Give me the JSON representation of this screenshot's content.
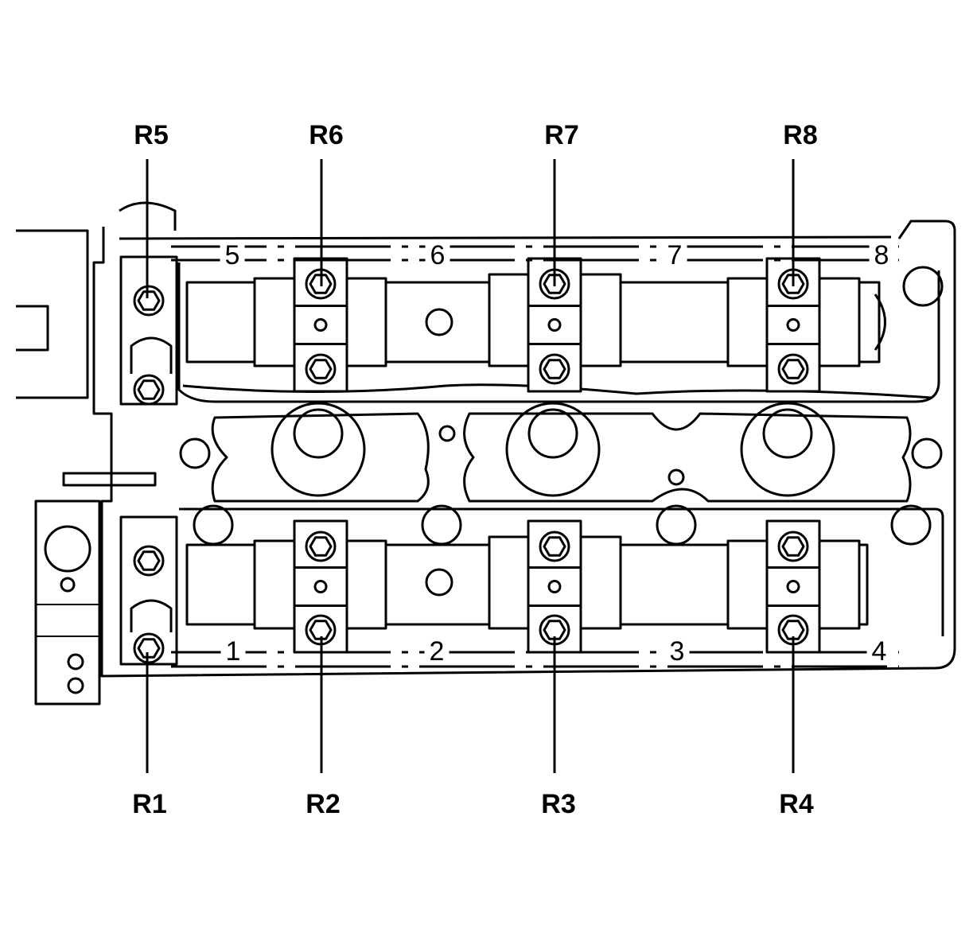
{
  "diagram": {
    "bearing_cap_labels_top": [
      "R5",
      "R6",
      "R7",
      "R8"
    ],
    "bearing_cap_labels_bottom": [
      "R1",
      "R2",
      "R3",
      "R4"
    ],
    "journal_numbers_top": [
      "5",
      "6",
      "7",
      "8"
    ],
    "journal_numbers_bottom": [
      "1",
      "2",
      "3",
      "4"
    ]
  }
}
